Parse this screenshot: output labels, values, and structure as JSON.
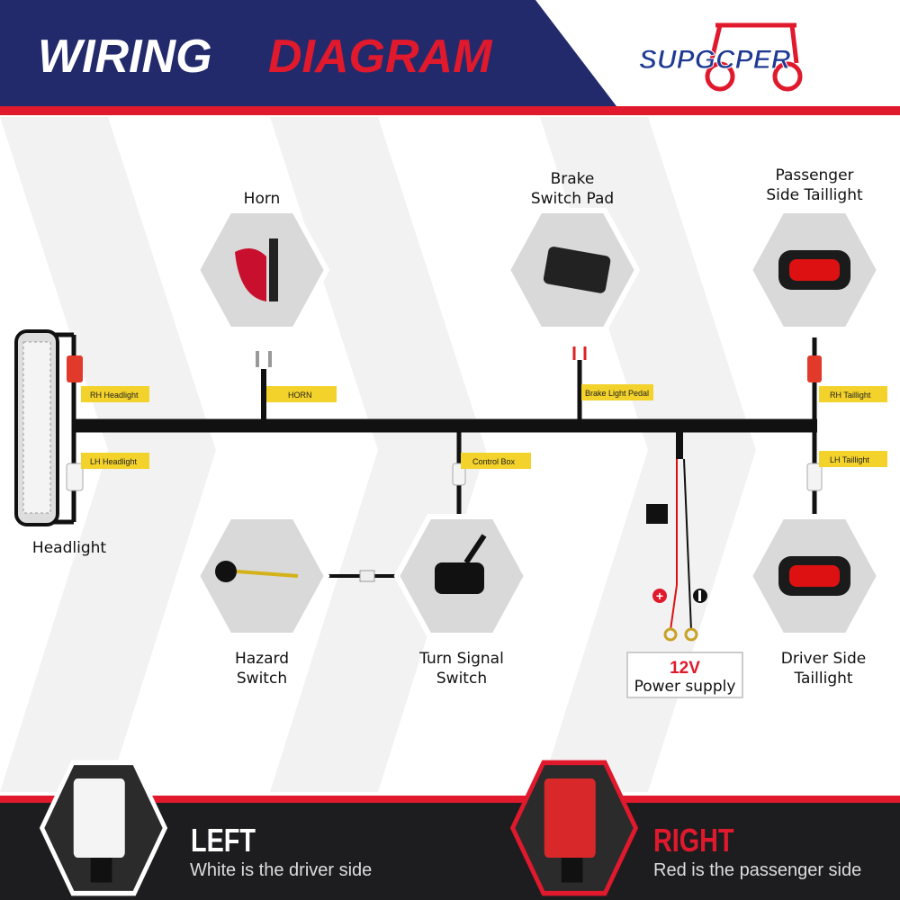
{
  "header": {
    "title_white": "WIRING",
    "title_red": "DIAGRAM",
    "brand": "SUPGCPER"
  },
  "components": {
    "horn": "Horn",
    "brake_line1": "Brake",
    "brake_line2": "Switch Pad",
    "passenger_line1": "Passenger",
    "passenger_line2": "Side Taillight",
    "headlight": "Headlight",
    "hazard_line1": "Hazard",
    "hazard_line2": "Switch",
    "turn_line1": "Turn Signal",
    "turn_line2": "Switch",
    "driver_line1": "Driver Side",
    "driver_line2": "Taillight",
    "power_voltage": "12V",
    "power_label": "Power supply"
  },
  "tags": {
    "rh_headlight": "RH Headlight",
    "lh_headlight": "LH Headlight",
    "horn": "HORN",
    "brake_light_pedal": "Brake Light Pedal",
    "control_box": "Control Box",
    "rh_taillight": "RH Taillight",
    "lh_taillight": "LH Taillight"
  },
  "legend": {
    "left_title": "LEFT",
    "left_desc": "White is the driver side",
    "right_title": "RIGHT",
    "right_desc": "Red is the passenger side"
  },
  "colors": {
    "navy": "#232a6b",
    "red": "#e0192d",
    "tag_yellow": "#f3d22b",
    "footer": "#1d1d1f"
  }
}
